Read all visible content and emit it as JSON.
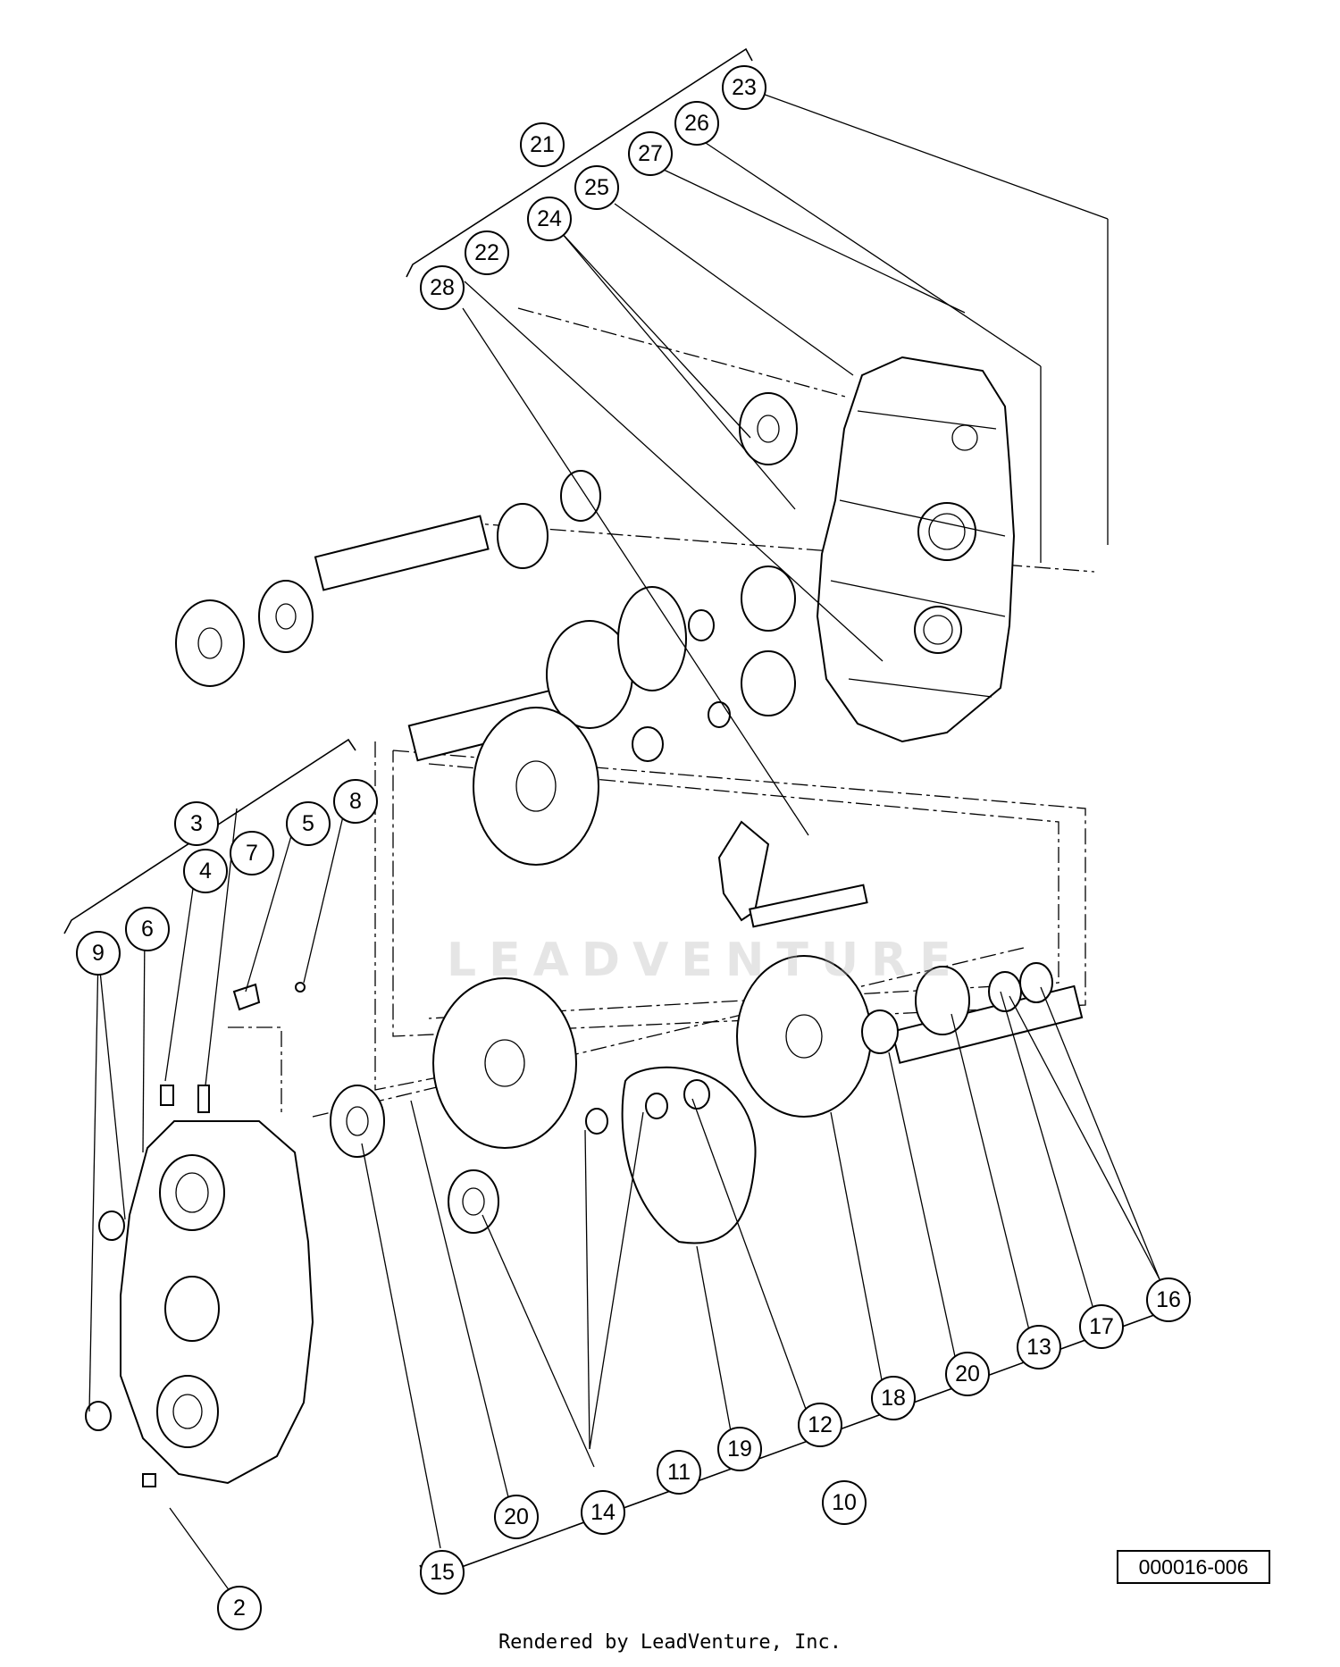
{
  "callouts": [
    {
      "label": "2"
    },
    {
      "label": "3"
    },
    {
      "label": "4"
    },
    {
      "label": "5"
    },
    {
      "label": "6"
    },
    {
      "label": "7"
    },
    {
      "label": "8"
    },
    {
      "label": "9"
    },
    {
      "label": "10"
    },
    {
      "label": "11"
    },
    {
      "label": "12"
    },
    {
      "label": "13"
    },
    {
      "label": "14"
    },
    {
      "label": "15"
    },
    {
      "label": "16"
    },
    {
      "label": "17"
    },
    {
      "label": "18"
    },
    {
      "label": "19"
    },
    {
      "label": "20"
    },
    {
      "label": "20"
    },
    {
      "label": "21"
    },
    {
      "label": "22"
    },
    {
      "label": "23"
    },
    {
      "label": "24"
    },
    {
      "label": "25"
    },
    {
      "label": "26"
    },
    {
      "label": "27"
    },
    {
      "label": "28"
    }
  ],
  "drawing_number": "000016-006",
  "watermark": "LEADVENTURE",
  "footer": "Rendered by LeadVenture, Inc."
}
